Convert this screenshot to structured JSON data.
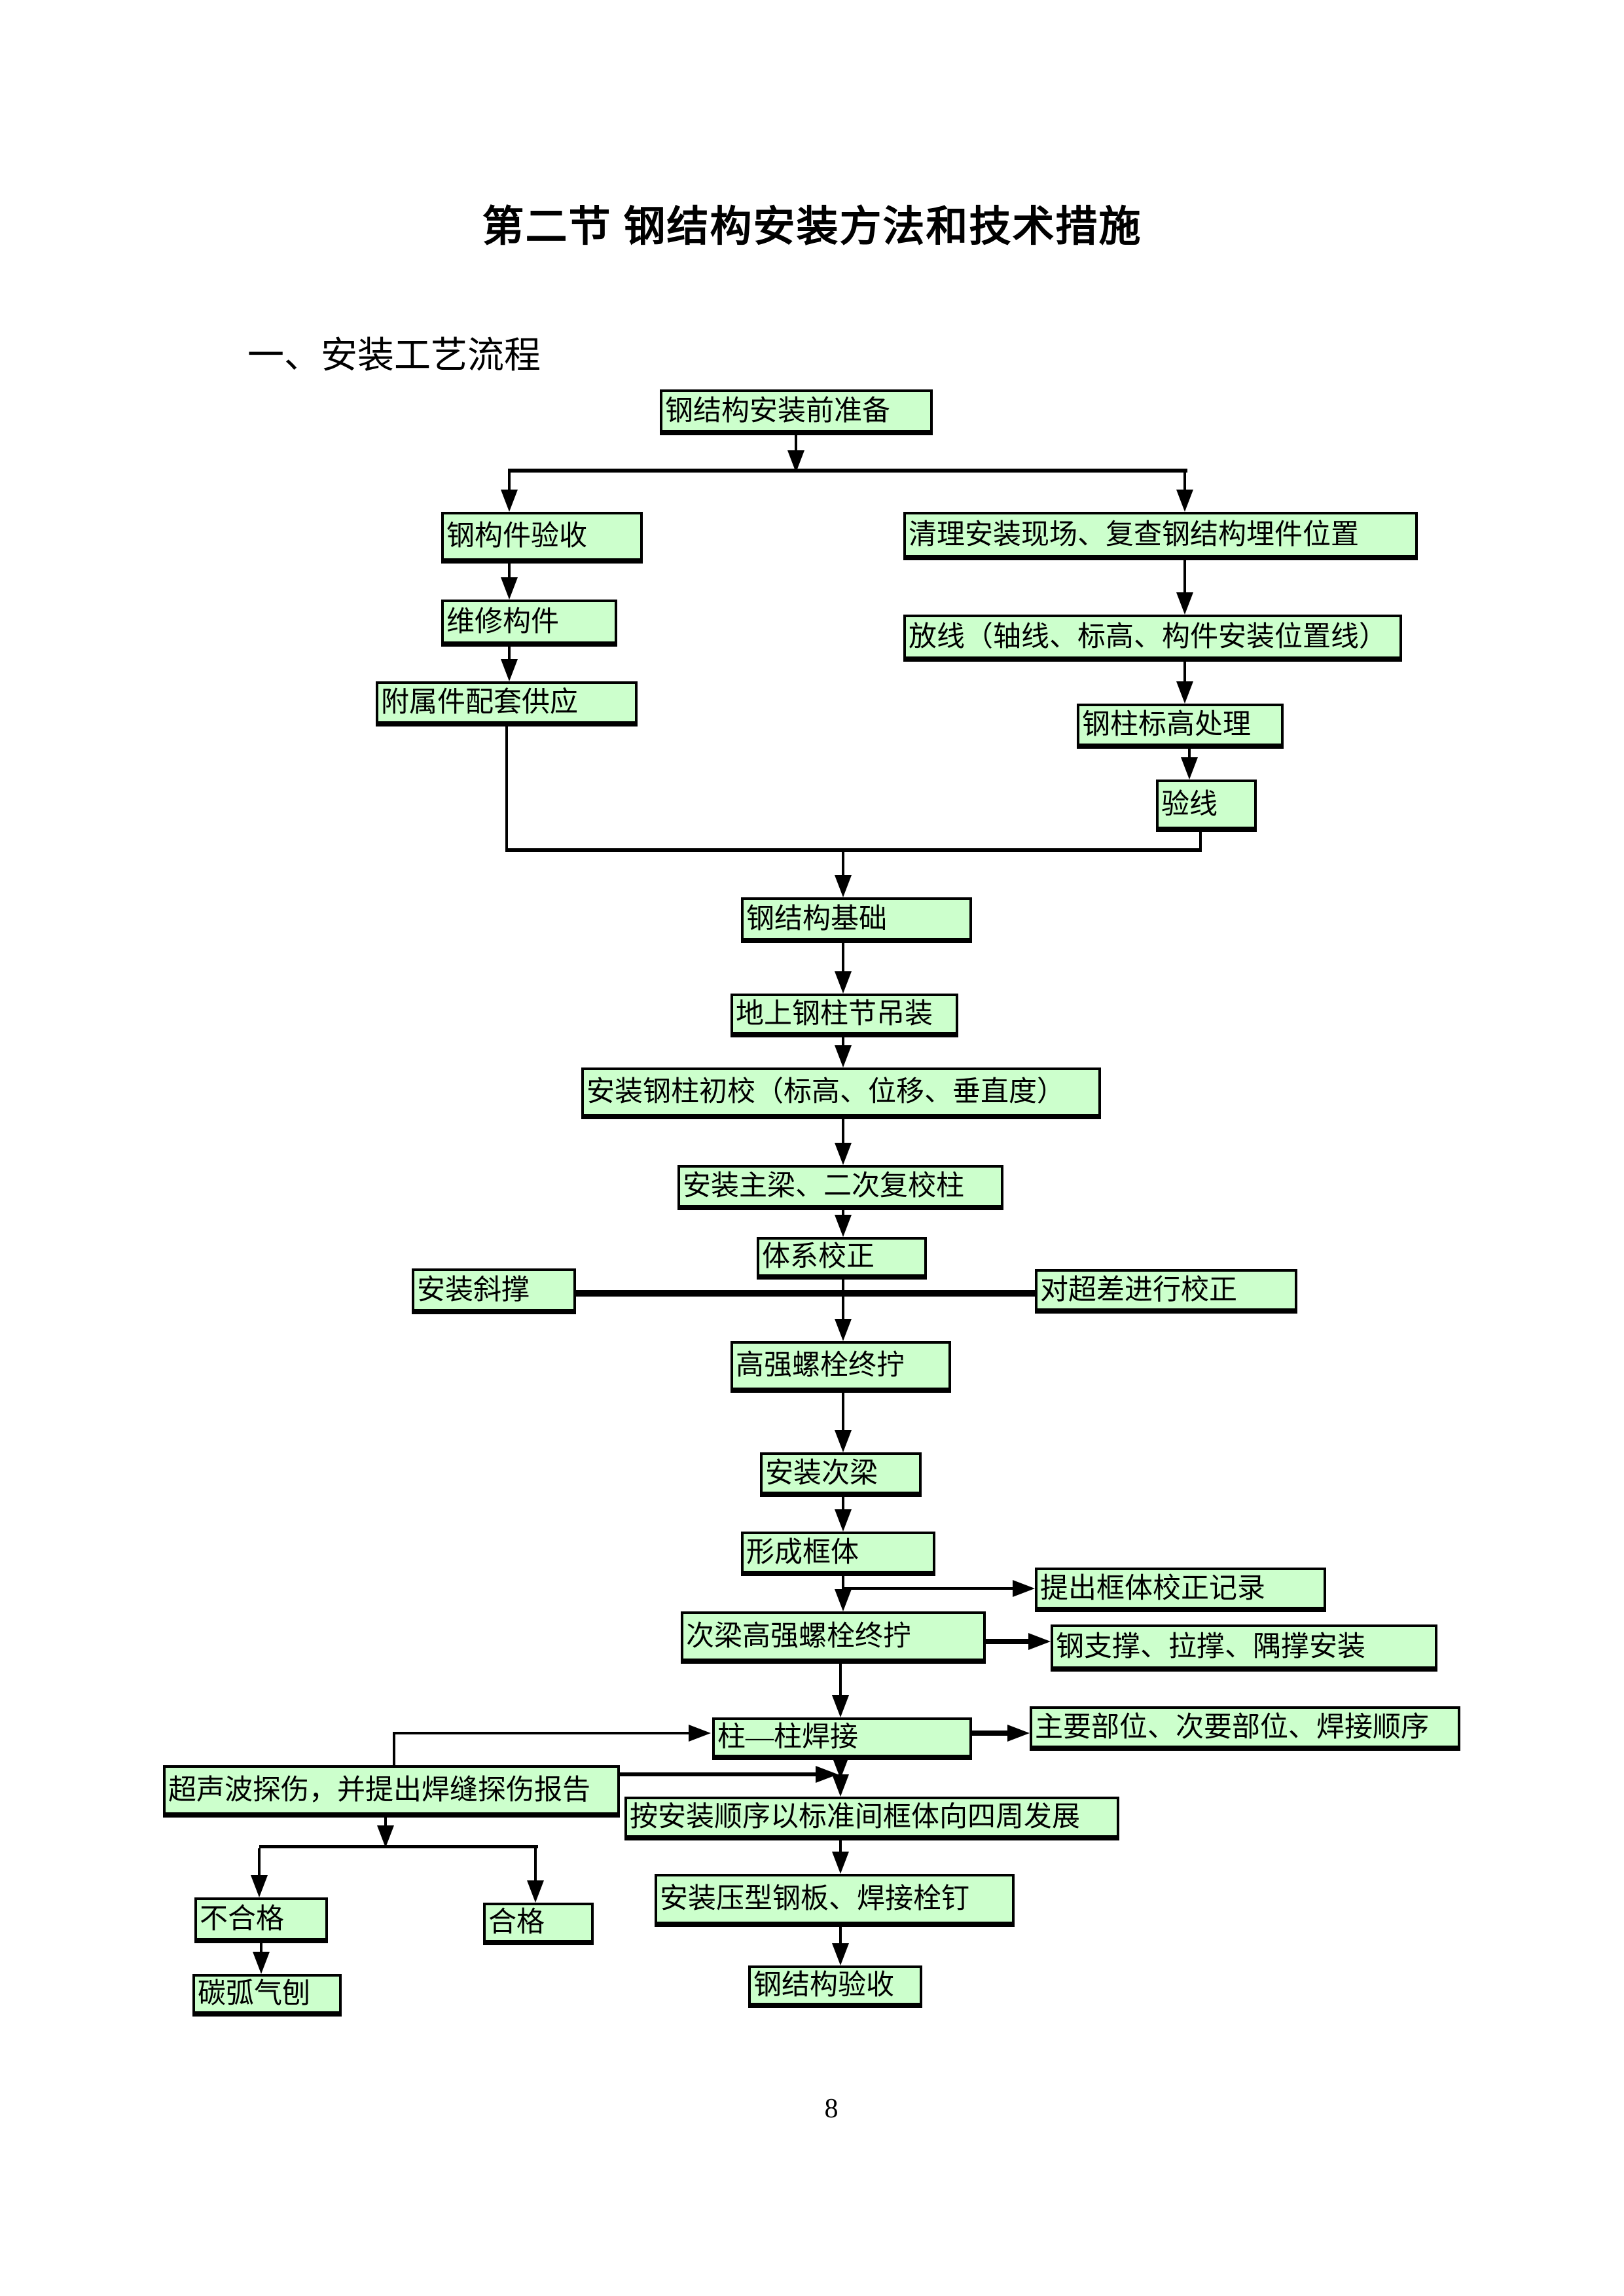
{
  "page": {
    "title": "第二节 钢结构安装方法和技术措施",
    "section_heading": "一、安装工艺流程",
    "page_number": "8"
  },
  "flowchart": {
    "colors": {
      "node_fill": "#ccffcc",
      "node_border": "#000000",
      "connector": "#000000"
    },
    "nodes": {
      "prep": {
        "label": "钢结构安装前准备"
      },
      "accept": {
        "label": "钢构件验收"
      },
      "clean": {
        "label": "清理安装现场、复查钢结构埋件位置"
      },
      "repair": {
        "label": "维修构件"
      },
      "layout": {
        "label": "放线（轴线、标高、构件安装位置线）"
      },
      "supply": {
        "label": "附属件配套供应"
      },
      "elev": {
        "label": "钢柱标高处理"
      },
      "verify": {
        "label": "验线"
      },
      "base": {
        "label": "钢结构基础"
      },
      "hoist": {
        "label": "地上钢柱节吊装"
      },
      "initial": {
        "label": "安装钢柱初校（标高、位移、垂直度）"
      },
      "mainbeam": {
        "label": "安装主梁、二次复校柱"
      },
      "system": {
        "label": "体系校正"
      },
      "brace": {
        "label": "安装斜撑"
      },
      "overdiff": {
        "label": "对超差进行校正"
      },
      "bolt": {
        "label": "高强螺栓终拧"
      },
      "secondary": {
        "label": "安装次梁"
      },
      "frame": {
        "label": "形成框体"
      },
      "record": {
        "label": "提出框体校正记录"
      },
      "secbolt": {
        "label": "次梁高强螺栓终拧"
      },
      "support": {
        "label": "钢支撑、拉撑、隅撑安装"
      },
      "weld": {
        "label": "柱—柱焊接"
      },
      "order": {
        "label": "主要部位、次要部位、焊接顺序"
      },
      "ultra": {
        "label": "超声波探伤，并提出焊缝探伤报告"
      },
      "develop": {
        "label": "按安装顺序以标准间框体向四周发展"
      },
      "fail": {
        "label": "不合格"
      },
      "pass": {
        "label": "合格"
      },
      "plate": {
        "label": "安装压型钢板、焊接栓钉"
      },
      "gouge": {
        "label": "碳弧气刨"
      },
      "final": {
        "label": "钢结构验收"
      }
    }
  }
}
